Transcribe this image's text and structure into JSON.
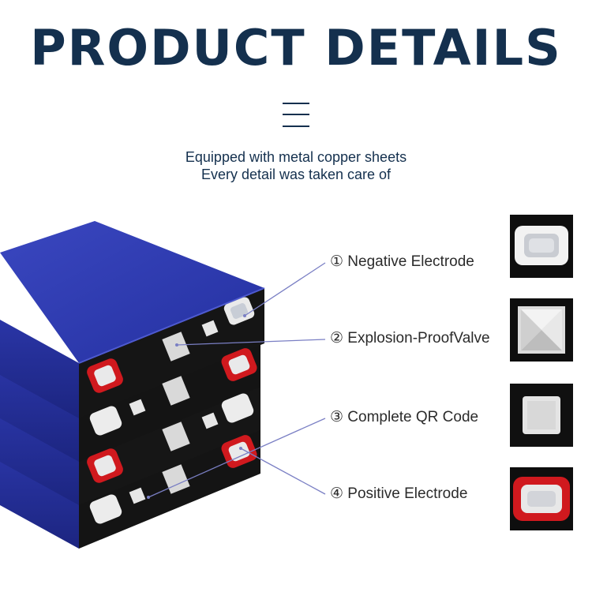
{
  "header": {
    "title": "PRODUCT DETAILS",
    "subtitle_line1": "Equipped with metal copper sheets",
    "subtitle_line2": "Every detail was taken care of"
  },
  "callouts": [
    {
      "label": "① Negative Electrode",
      "icon": "negative-electrode-photo"
    },
    {
      "label": "② Explosion-ProofValve",
      "icon": "explosion-proof-valve-photo"
    },
    {
      "label": "③ Complete QR Code",
      "icon": "qr-code-photo"
    },
    {
      "label": "④ Positive Electrode",
      "icon": "positive-electrode-photo"
    }
  ],
  "colors": {
    "title": "#14304e",
    "battery_blue": "#2a37a8",
    "callout_line": "#7a7fc4",
    "positive_red": "#d0191e"
  }
}
